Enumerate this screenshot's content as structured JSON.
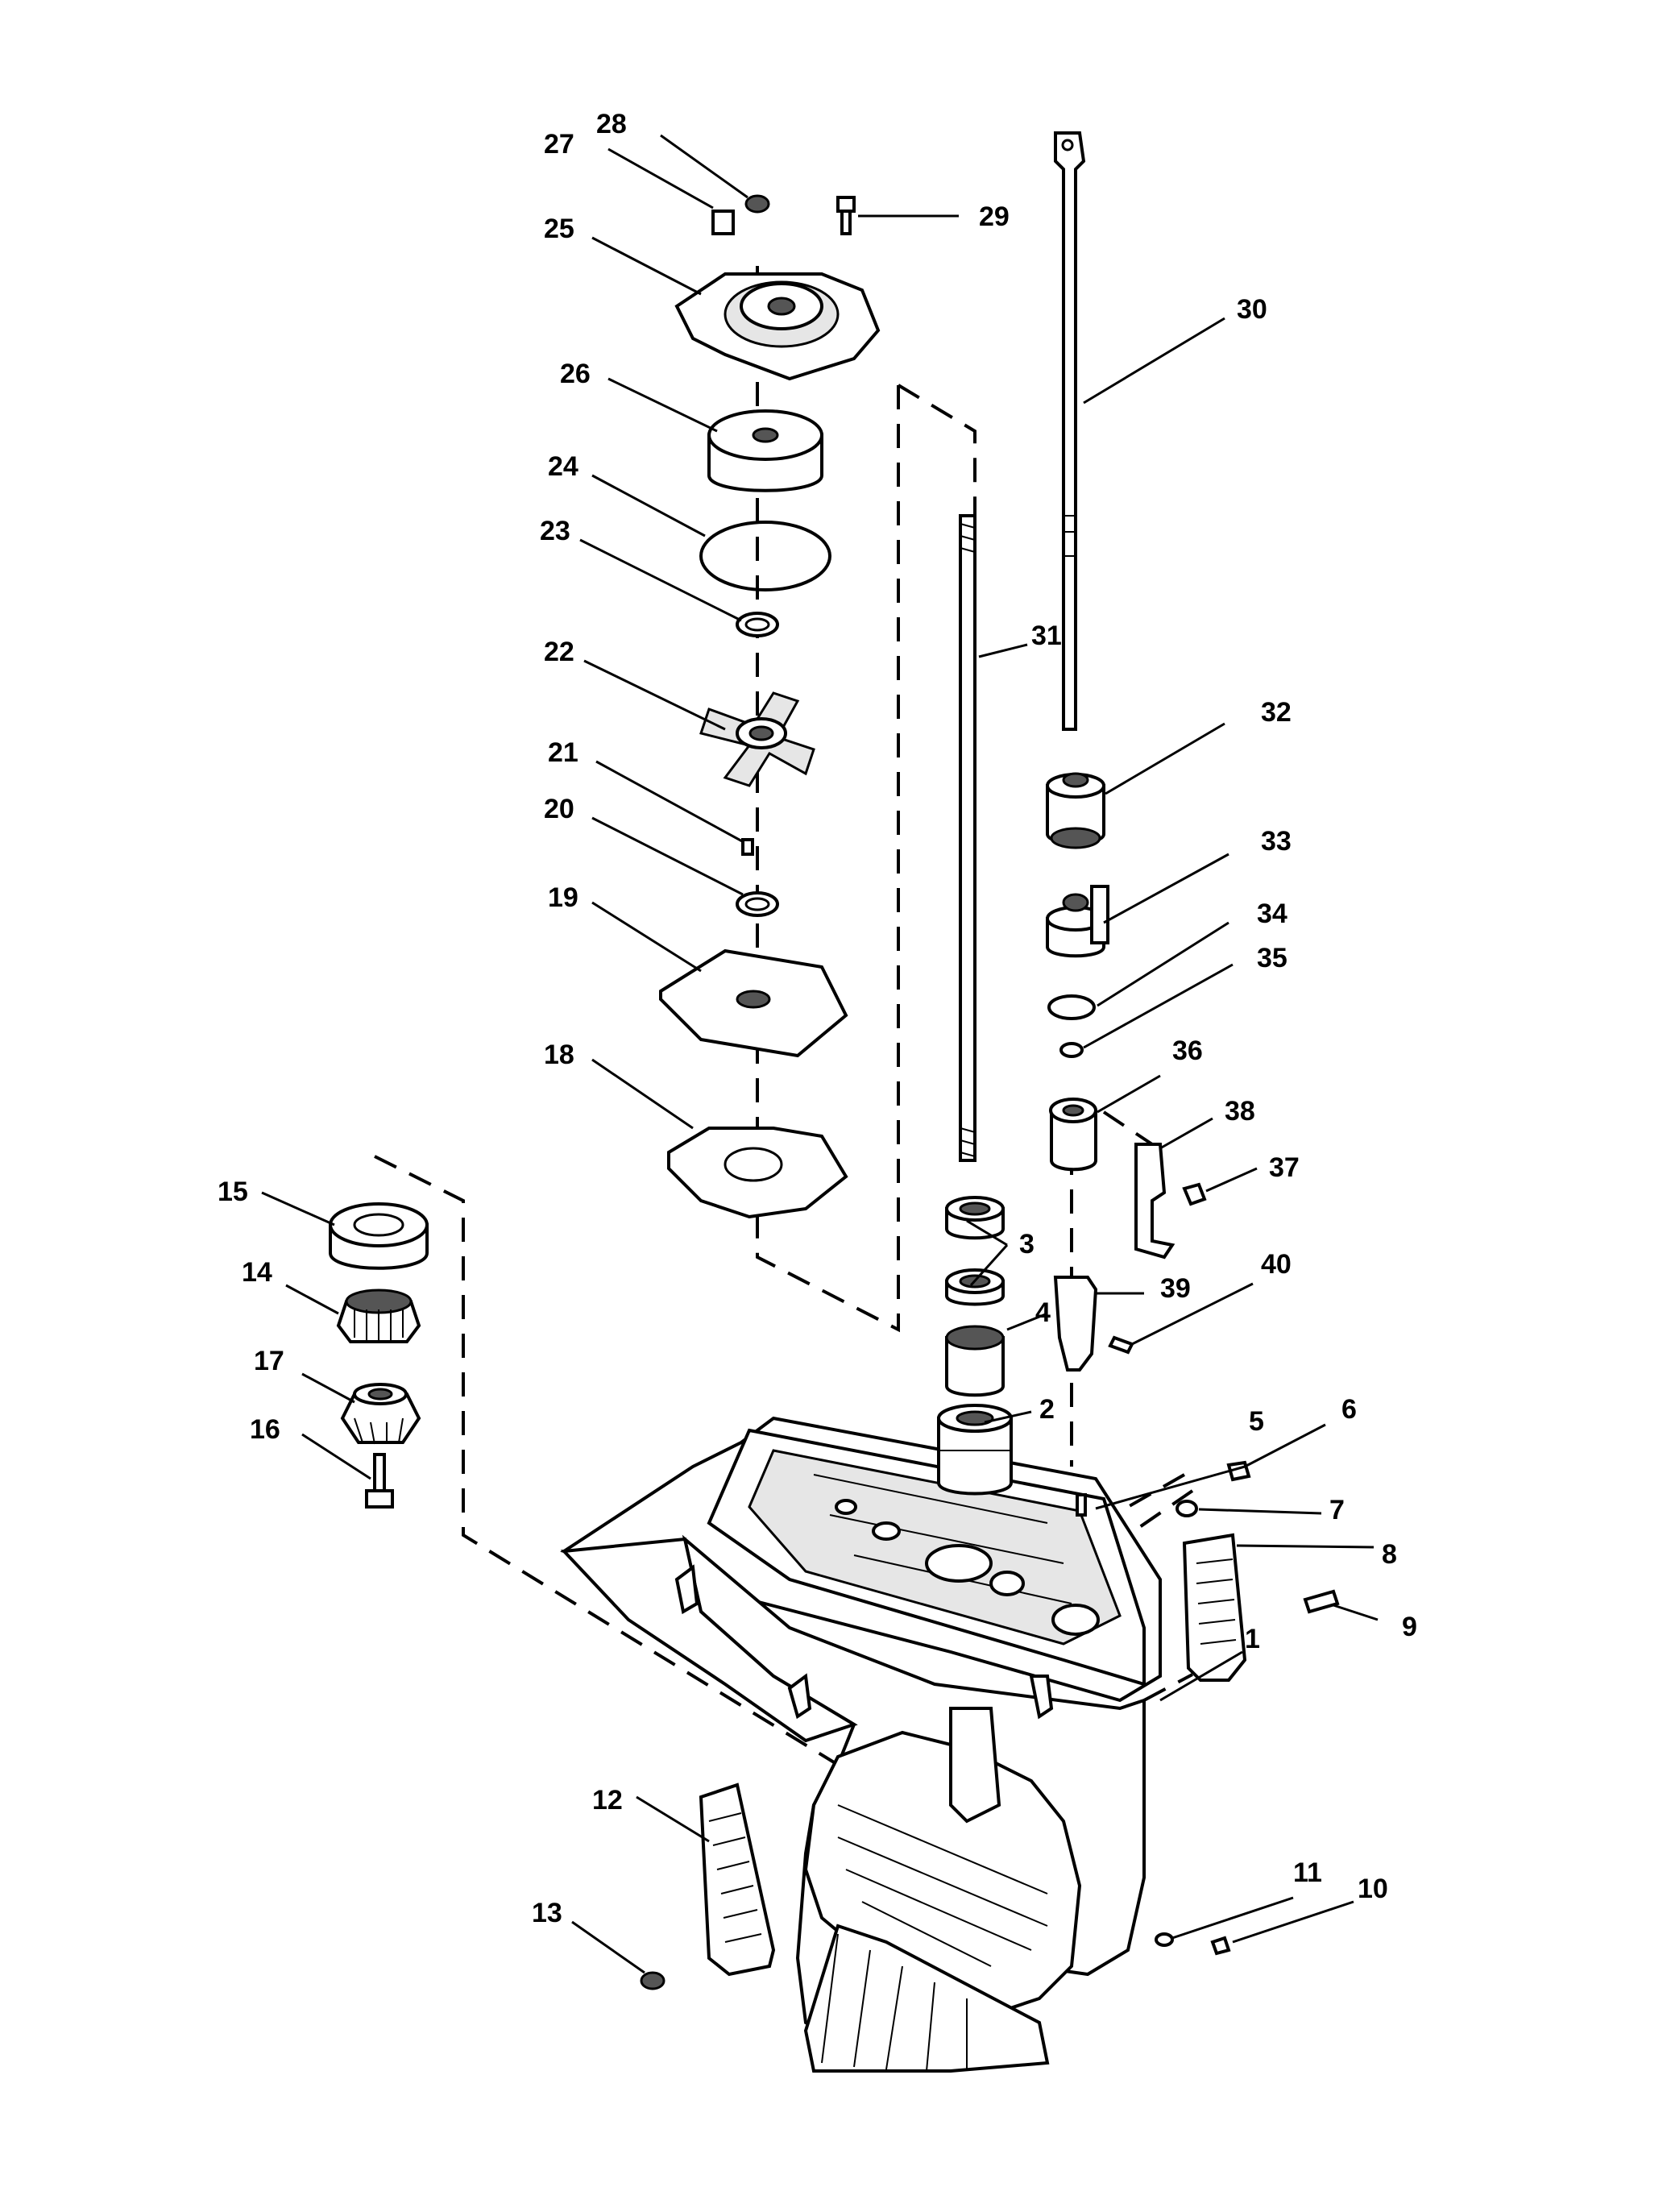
{
  "callouts": [
    {
      "id": "1",
      "text": "1"
    },
    {
      "id": "2",
      "text": "2"
    },
    {
      "id": "3",
      "text": "3"
    },
    {
      "id": "4",
      "text": "4"
    },
    {
      "id": "5",
      "text": "5"
    },
    {
      "id": "6",
      "text": "6"
    },
    {
      "id": "7",
      "text": "7"
    },
    {
      "id": "8",
      "text": "8"
    },
    {
      "id": "9",
      "text": "9"
    },
    {
      "id": "10",
      "text": "10"
    },
    {
      "id": "11",
      "text": "11"
    },
    {
      "id": "12",
      "text": "12"
    },
    {
      "id": "13",
      "text": "13"
    },
    {
      "id": "14",
      "text": "14"
    },
    {
      "id": "15",
      "text": "15"
    },
    {
      "id": "16",
      "text": "16"
    },
    {
      "id": "17",
      "text": "17"
    },
    {
      "id": "18",
      "text": "18"
    },
    {
      "id": "19",
      "text": "19"
    },
    {
      "id": "20",
      "text": "20"
    },
    {
      "id": "21",
      "text": "21"
    },
    {
      "id": "22",
      "text": "22"
    },
    {
      "id": "23",
      "text": "23"
    },
    {
      "id": "24",
      "text": "24"
    },
    {
      "id": "25",
      "text": "25"
    },
    {
      "id": "26",
      "text": "26"
    },
    {
      "id": "27",
      "text": "27"
    },
    {
      "id": "28",
      "text": "28"
    },
    {
      "id": "29",
      "text": "29"
    },
    {
      "id": "30",
      "text": "30"
    },
    {
      "id": "31",
      "text": "31"
    },
    {
      "id": "32",
      "text": "32"
    },
    {
      "id": "33",
      "text": "33"
    },
    {
      "id": "34",
      "text": "34"
    },
    {
      "id": "35",
      "text": "35"
    },
    {
      "id": "36",
      "text": "36"
    },
    {
      "id": "37",
      "text": "37"
    },
    {
      "id": "38",
      "text": "38"
    },
    {
      "id": "39",
      "text": "39"
    },
    {
      "id": "40",
      "text": "40"
    }
  ]
}
